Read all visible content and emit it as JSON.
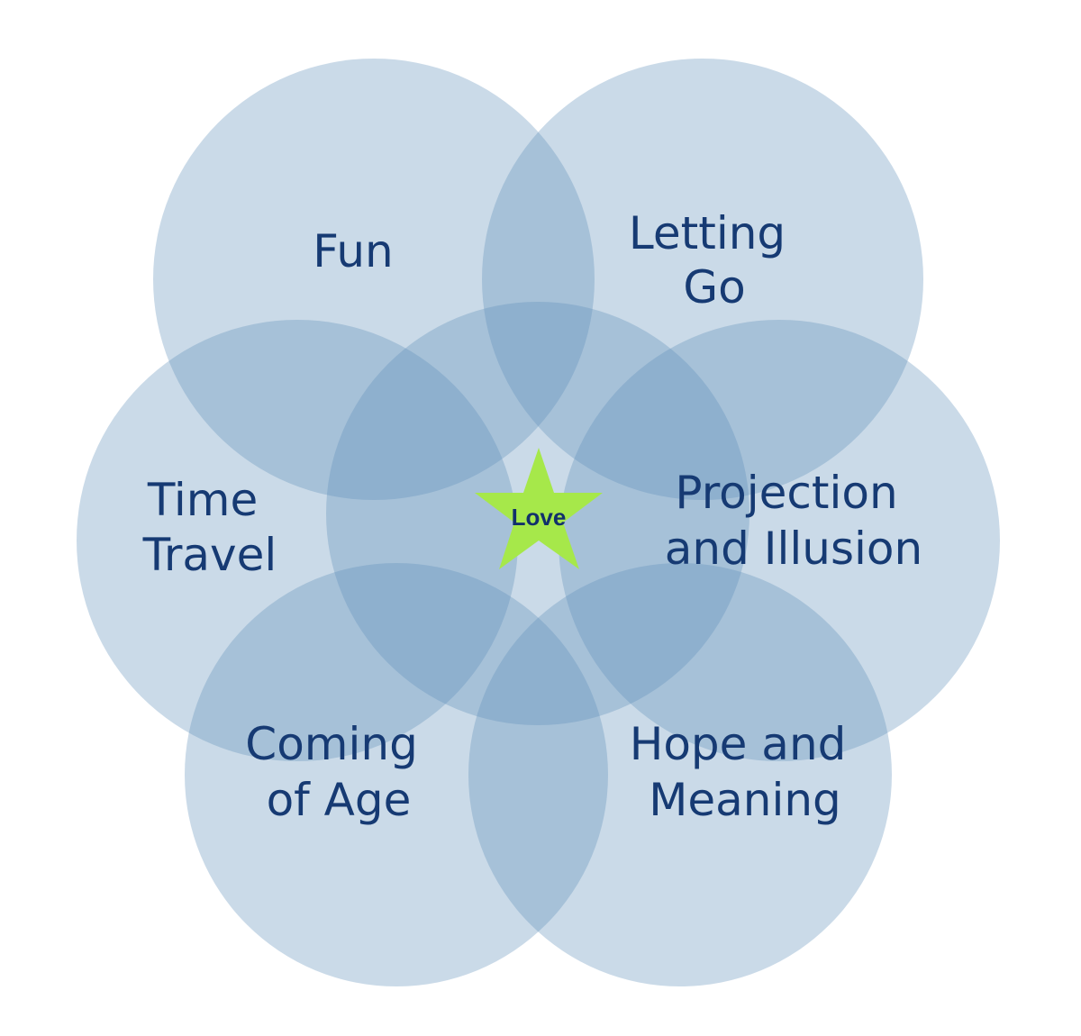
{
  "topics": [
    {
      "id": "fun",
      "lines": [
        "Fun"
      ]
    },
    {
      "id": "letting-go",
      "lines": [
        "Letting",
        "Go"
      ]
    },
    {
      "id": "time-travel",
      "lines": [
        "Time",
        "Travel"
      ]
    },
    {
      "id": "projection-and-illusion",
      "lines": [
        "Projection",
        "and Illusion"
      ]
    },
    {
      "id": "coming-of-age",
      "lines": [
        "Coming",
        "of Age"
      ]
    },
    {
      "id": "hope-and-meaning",
      "lines": [
        "Hope and",
        "Meaning"
      ]
    }
  ],
  "center": {
    "label": "Love"
  },
  "colors": {
    "circle": "#5f8fba",
    "text": "#163a73",
    "star": "#a6e84a",
    "background": "#ffffff"
  }
}
